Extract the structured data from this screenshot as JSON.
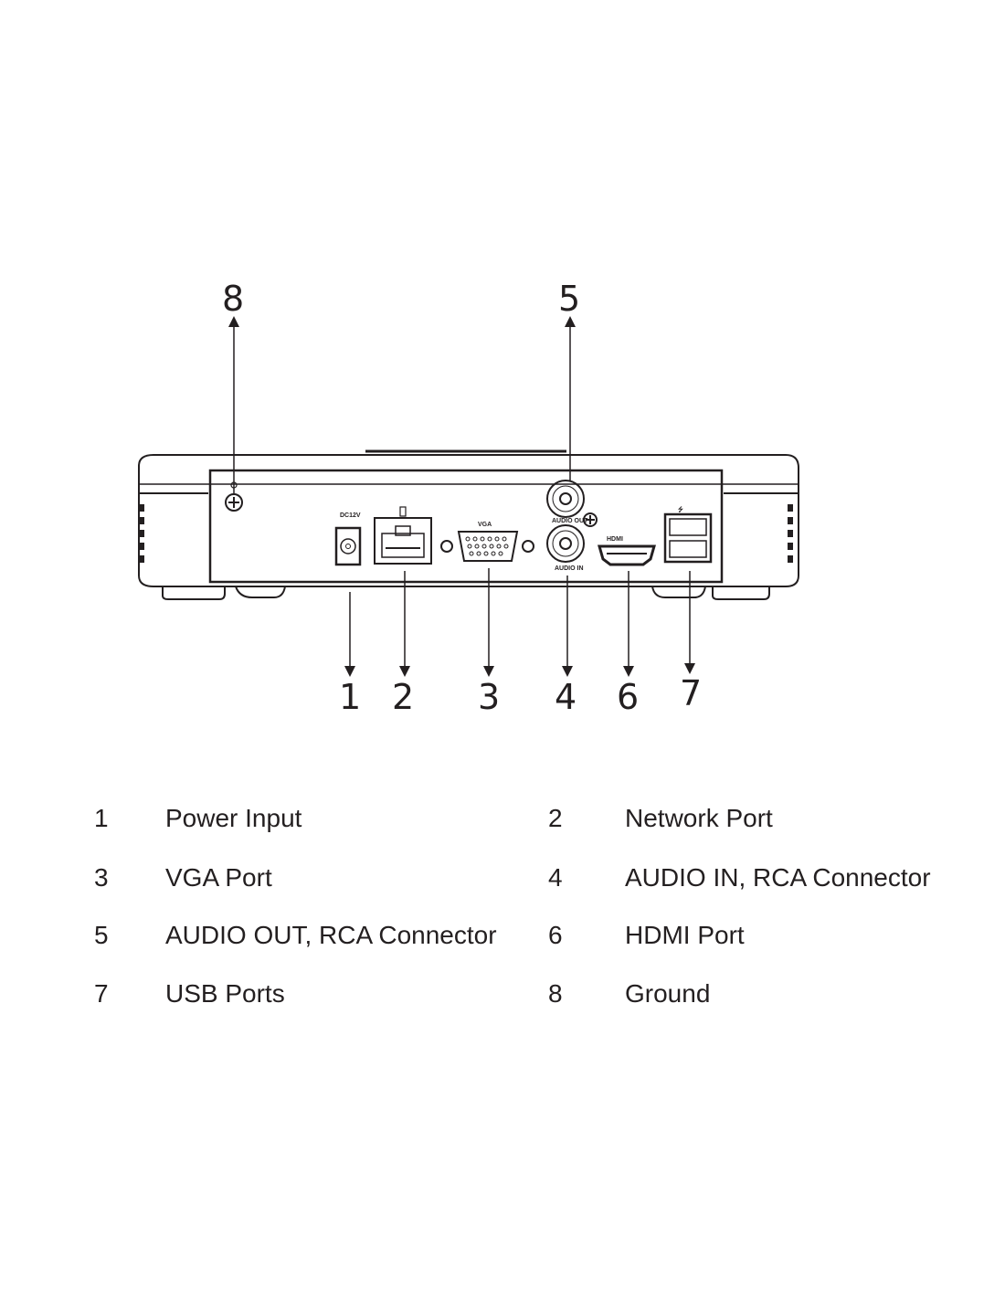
{
  "diagram": {
    "title": "Rear panel",
    "port_labels": {
      "power": "DC12V",
      "vga": "VGA",
      "audio_out": "AUDIO OUT",
      "audio_in": "AUDIO IN",
      "hdmi": "HDMI"
    },
    "callouts": [
      "8",
      "5",
      "1",
      "2",
      "3",
      "4",
      "6",
      "7"
    ]
  },
  "legend": {
    "items": [
      {
        "num": "1",
        "label": "Power Input"
      },
      {
        "num": "2",
        "label": "Network Port"
      },
      {
        "num": "3",
        "label": "VGA Port"
      },
      {
        "num": "4",
        "label": "AUDIO IN, RCA Connector"
      },
      {
        "num": "5",
        "label": "AUDIO OUT, RCA Connector"
      },
      {
        "num": "6",
        "label": "HDMI Port"
      },
      {
        "num": "7",
        "label": "USB Ports"
      },
      {
        "num": "8",
        "label": "Ground"
      }
    ]
  }
}
